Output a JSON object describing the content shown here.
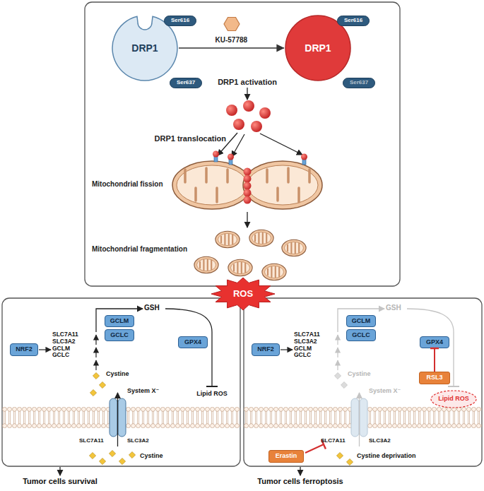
{
  "diagram": {
    "nodes": [
      {
        "text": [
          "DRP1"
        ]
      },
      {
        "text": [
          "Ser616"
        ]
      },
      {
        "text": [
          "Ser637"
        ]
      },
      {
        "text": [
          "DRP1"
        ]
      },
      {
        "text": [
          "Ser616"
        ]
      },
      {
        "text": [
          "Ser637"
        ]
      },
      {
        "text": [
          "ROS"
        ]
      },
      {
        "text": [
          "NRF2"
        ]
      },
      {
        "text": [
          "GCLM"
        ]
      },
      {
        "text": [
          "GCLC"
        ]
      },
      {
        "text": [
          "GPX4"
        ]
      },
      {
        "text": [
          "NRF2"
        ]
      },
      {
        "text": [
          "GCLM"
        ]
      },
      {
        "text": [
          "GCLC"
        ]
      },
      {
        "text": [
          "GPX4"
        ]
      },
      {
        "text": [
          "RSL3"
        ]
      },
      {
        "text": [
          "Erastin"
        ]
      }
    ],
    "edges": [
      {
        "from": 0,
        "to": 3,
        "arrow": "to",
        "label": "KU-57788"
      },
      {
        "from": 15,
        "to": 14,
        "arrow": "to"
      }
    ],
    "labels": [
      "DRP1 activation",
      "DRP1 translocation",
      "Mitochondrial fission",
      "Mitochondrial fragmentation",
      "SLC7A11 SLC3A2 GCLM GCLC",
      "GSH",
      "Cystine",
      "Lipid ROS",
      "System X⁻",
      "SLC7A11",
      "SLC3A2",
      "Cystine",
      "Tumor cells survival",
      "SLC7A11 SLC3A2 GCLM GCLC",
      "GSH",
      "Cystine",
      "System X⁻",
      "Lipid ROS",
      "SLC7A11",
      "SLC3A2",
      "Cystine deprivation",
      "Tumor cells ferroptosis"
    ]
  }
}
